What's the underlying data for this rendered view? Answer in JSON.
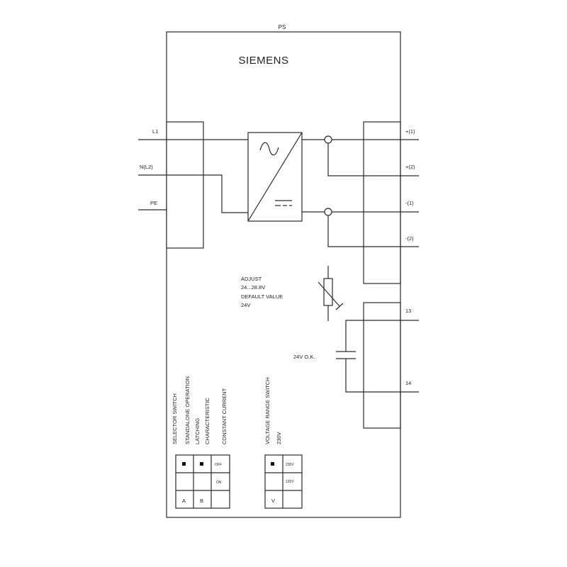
{
  "title": "PS",
  "brand": "SIEMENS",
  "terminals_left": {
    "l1": "L1",
    "n": "N(L2)",
    "pe": "PE"
  },
  "terminals_right": {
    "p1": "+(1)",
    "p2": "+(2)",
    "m1": "-(1)",
    "m2": "-(2)",
    "t13": "13",
    "t14": "14"
  },
  "adjust": {
    "line1": "ADJUST",
    "line2": "24...28.8V",
    "line3": "DEFAULT VALUE",
    "line4": "24V"
  },
  "relay_label": "24V O.K.",
  "switch_labels": {
    "selector": "SELECTOR SWITCH",
    "standalone": "STANDALONE OPERATION",
    "latching": "LATCHING",
    "characteristic": "CHARACTERISTIC",
    "constant": "CONSTANT CURRENT",
    "voltage_range": "VOLTAGE RANGE SWITCH",
    "v230": "230V"
  },
  "switch_table_1": {
    "off": "OFF",
    "on": "ON",
    "col_a": "A",
    "col_b": "B"
  },
  "switch_table_2": {
    "opt_230": "230V",
    "opt_120": "120V",
    "col_v": "V"
  },
  "colors": {
    "line": "#2a2a2a",
    "text": "#222222",
    "background": "#ffffff"
  },
  "icons": {
    "ac": "sine-wave-icon",
    "dc": "dc-bars-icon",
    "pot": "potentiometer-icon",
    "relay": "relay-contact-icon"
  }
}
